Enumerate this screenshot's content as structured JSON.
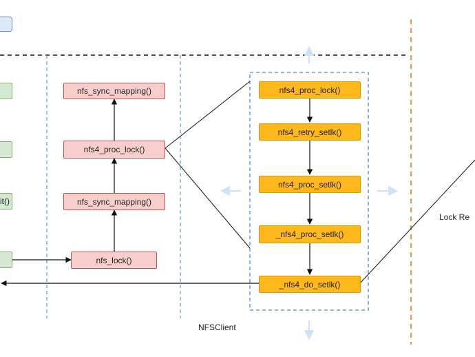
{
  "nfs_client": {
    "label": "NFSClient",
    "nodes": {
      "sync_mapping_top": "nfs_sync_mapping()",
      "proc_lock": "nfs4_proc_lock()",
      "sync_mapping_bottom": "nfs_sync_mapping()",
      "nfs_lock": "nfs_lock()"
    }
  },
  "nfs4_stack": {
    "nodes": {
      "proc_lock": "nfs4_proc_lock()",
      "retry_setlk": "nfs4_retry_setlk()",
      "proc_setlk": "nfs4_proc_setlk()",
      "proc_setlk_internal": "_nfs4_proc_setlk()",
      "do_setlk": "_nfs4_do_setlk()"
    }
  },
  "left_column": {
    "partial_label": "it()"
  },
  "right_edge": {
    "partial_label": "Lock Re"
  },
  "colors": {
    "red_fill": "#f8cecc",
    "red_stroke": "#b85450",
    "orange_fill": "#ffb81c",
    "orange_stroke": "#d79b00",
    "green_fill": "#d5e8d4",
    "green_stroke": "#82b366",
    "blue_fill": "#dae8fc",
    "blue_stroke": "#6c8ebf",
    "dashed_blue": "#5b9bd5",
    "dashed_orange": "#e8954a",
    "handle_blue": "#cfe2f3"
  }
}
